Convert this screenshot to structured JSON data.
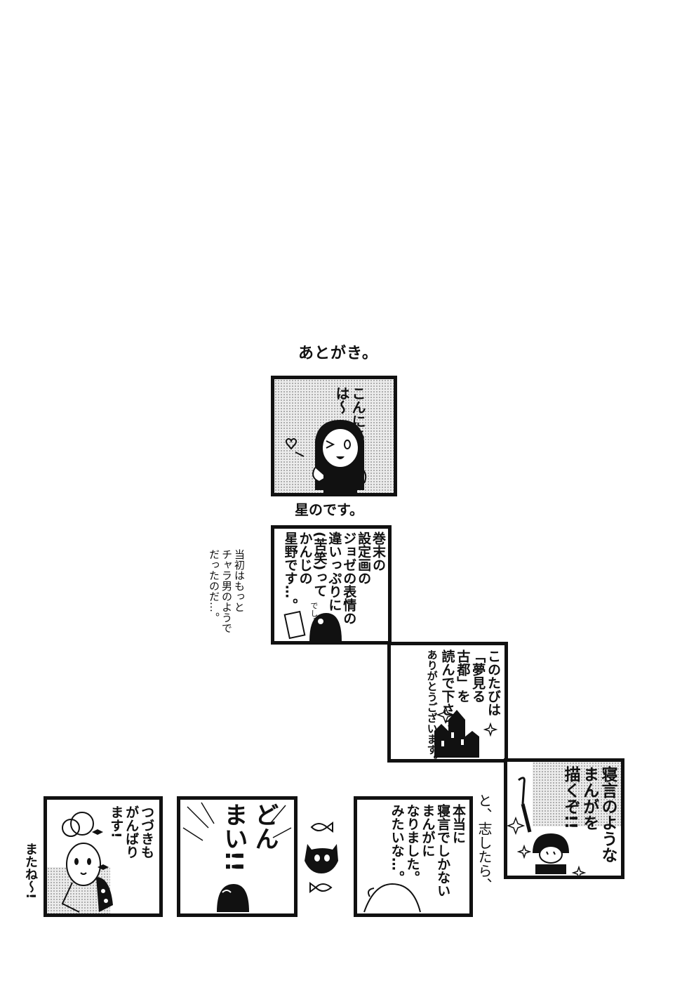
{
  "heading": "あとがき。",
  "caption_intro": "星のです。",
  "panels": [
    {
      "id": "p1",
      "lines": [
        "こんにち",
        "は〜"
      ]
    },
    {
      "id": "p2",
      "lines": [
        "巻末の",
        "設定画の",
        "ジョゼの表情の",
        "違いっぷりに",
        "(苦笑)って",
        "かんじの",
        "星野です…。"
      ],
      "sfx": "でしー"
    },
    {
      "id": "p3",
      "lines": [
        "このたびは",
        "「夢見る",
        "古都」を",
        "読んで下さって",
        "ありがとうございます。"
      ]
    },
    {
      "id": "p4",
      "lines": [
        "寝言のような",
        "まんがを",
        "描くぞ!!"
      ]
    },
    {
      "id": "p5",
      "lines": [
        "本当に",
        "寝言でしかない",
        "まんがに",
        "なりました。",
        "みたいな…。"
      ]
    },
    {
      "id": "p6",
      "lines": [
        "どん",
        "まい!!"
      ]
    },
    {
      "id": "p7",
      "lines": [
        "つづきも",
        "がんばり",
        "ます!"
      ]
    }
  ],
  "side_notes": {
    "note_left_of_p2": [
      "当初はもっと",
      "チャラ男のようで",
      "だったのだ…。"
    ],
    "note_left_of_p4": "と、志したら、",
    "note_left_of_p7": "またね〜!"
  },
  "icons": [
    "heart-icon",
    "sparkle-icon",
    "castle-icon",
    "fish-icon",
    "cat-icon",
    "bow-icon"
  ],
  "colors": {
    "ink": "#111111",
    "paper": "#ffffff",
    "tone": "#ececec"
  }
}
